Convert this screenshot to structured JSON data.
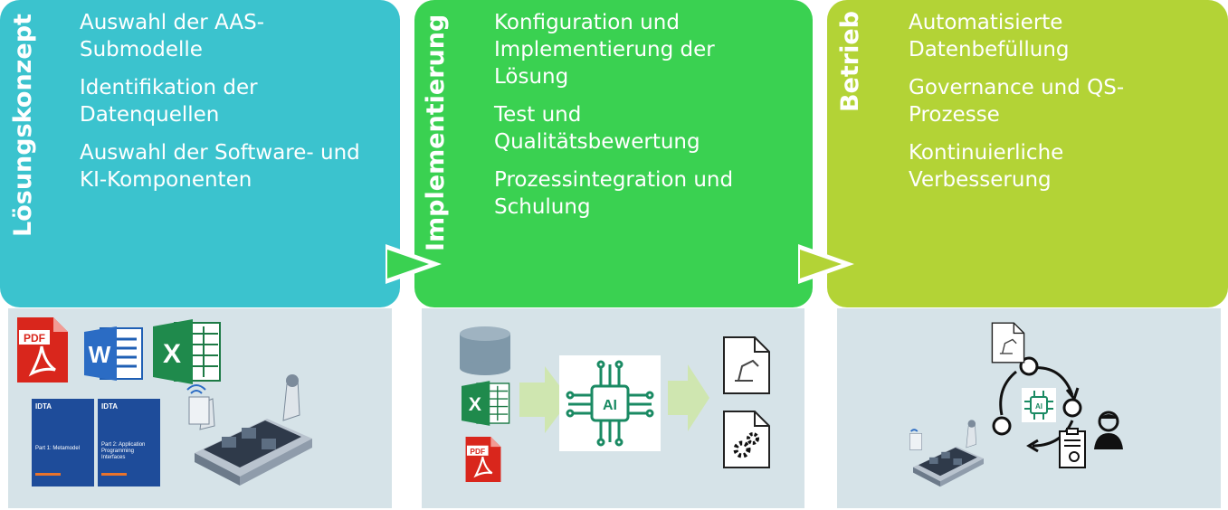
{
  "phases": [
    {
      "title": "Lösungskonzept",
      "color": "#3bc3ce",
      "items": [
        "Auswahl der AAS-\nSubmodelle",
        "Identifikation der\nDatenquellen",
        "Auswahl der Software- und\nKI-Komponenten"
      ]
    },
    {
      "title": "Implementierung",
      "color": "#3ad151",
      "items": [
        "Konfiguration und\nImplementierung der\nLösung",
        "Test und\nQualitätsbewertung",
        "Prozessintegration und\nSchulung"
      ]
    },
    {
      "title": "Betrieb",
      "color": "#b3d336",
      "items": [
        "Automatisierte\nDatenbefüllung",
        "Governance und QS-\nProzesse",
        "Kontinuierliche\nVerbesserung"
      ]
    }
  ],
  "icons": {
    "pdf_label": "PDF",
    "word_letter": "W",
    "excel_letter": "X",
    "ai_label": "AI",
    "idta_logo": "IDTA",
    "doc1_title": "Part 1: Metamodel",
    "doc2_title": "Part 2: Application Programming Interfaces"
  }
}
